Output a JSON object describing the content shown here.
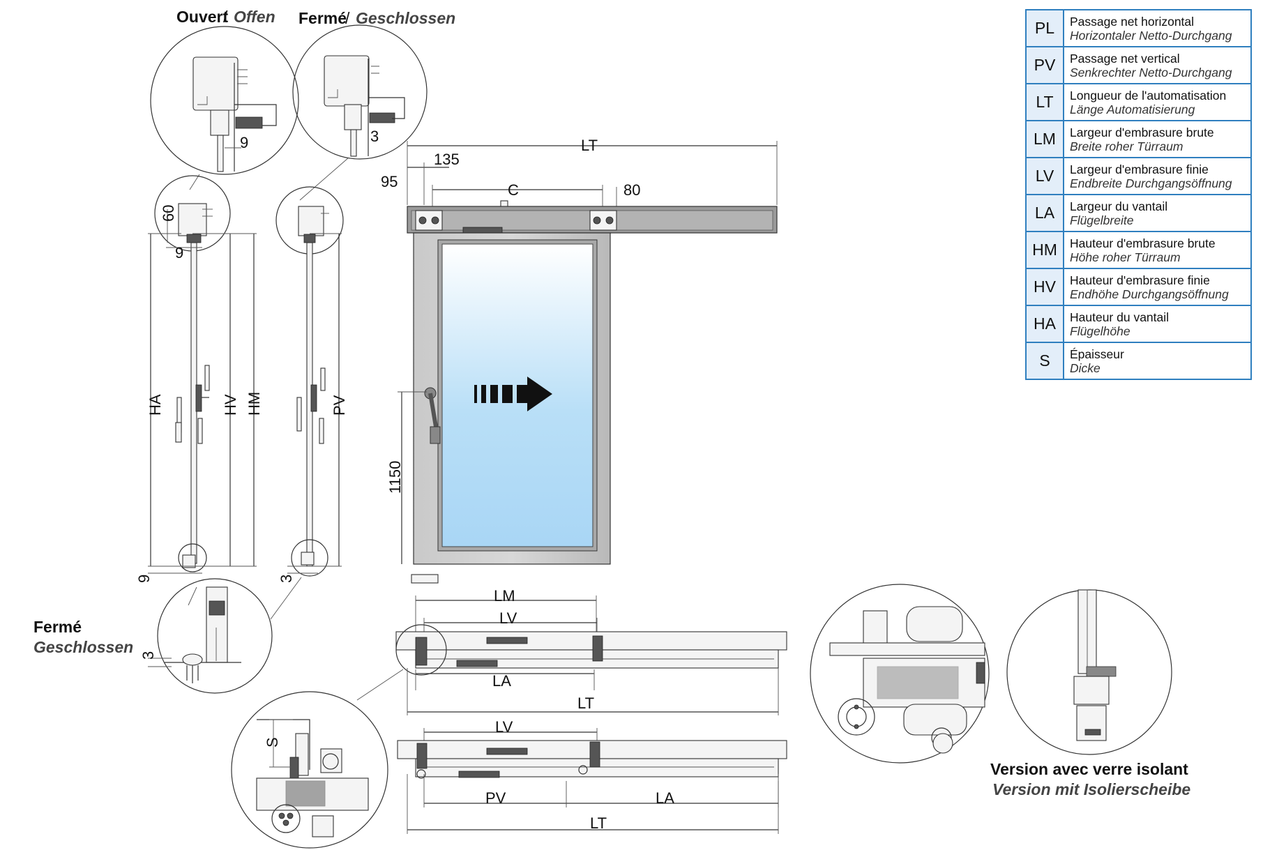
{
  "legend": [
    {
      "code": "PL",
      "fr": "Passage net horizontal",
      "de": "Horizontaler Netto-Durchgang"
    },
    {
      "code": "PV",
      "fr": "Passage net vertical",
      "de": "Senkrechter Netto-Durchgang"
    },
    {
      "code": "LT",
      "fr": "Longueur de l'automatisation",
      "de": "Länge Automatisierung"
    },
    {
      "code": "LM",
      "fr": "Largeur d'embrasure brute",
      "de": "Breite roher Türraum"
    },
    {
      "code": "LV",
      "fr": "Largeur d'embrasure finie",
      "de": "Endbreite Durchgangsöffnung"
    },
    {
      "code": "LA",
      "fr": "Largeur du vantail",
      "de": "Flügelbreite"
    },
    {
      "code": "HM",
      "fr": "Hauteur d'embrasure brute",
      "de": "Höhe roher Türraum"
    },
    {
      "code": "HV",
      "fr": "Hauteur d'embrasure finie",
      "de": "Endhöhe Durchgangsöffnung"
    },
    {
      "code": "HA",
      "fr": "Hauteur du vantail",
      "de": "Flügelhöhe"
    },
    {
      "code": "S",
      "fr": "Épaisseur",
      "de": "Dicke"
    }
  ],
  "headings": {
    "open_fr": "Ouvert",
    "sep1": "/",
    "open_de": "Offen",
    "closed_fr": "Fermé",
    "sep2": "/",
    "closed_de": "Geschlossen",
    "closed_bottom_fr": "Fermé",
    "closed_bottom_de": "Geschlossen",
    "insulated_fr": "Version avec verre isolant",
    "insulated_de": "Version mit Isolierscheibe"
  },
  "dims": {
    "d9_top": "9",
    "d3_top": "3",
    "d60": "60",
    "d9_side": "9",
    "HA": "HA",
    "HV": "HV",
    "HM": "HM",
    "PV_side": "PV",
    "d9_bottom": "9",
    "d3_bottom": "3",
    "d3_detail": "3",
    "LT_top": "LT",
    "d135": "135",
    "d95": "95",
    "C": "C",
    "d80": "80",
    "d1150": "1150",
    "LM": "LM",
    "LV_mid": "LV",
    "LA_mid": "LA",
    "LT_mid": "LT",
    "LV_low": "LV",
    "PV_low": "PV",
    "LA_low": "LA",
    "LT_low": "LT",
    "S": "S"
  },
  "colors": {
    "accent": "#2f7fbf",
    "legend_code_bg": "#e3eef9",
    "glass_top": "#ffffff",
    "glass_bottom": "#a9d6f5"
  }
}
